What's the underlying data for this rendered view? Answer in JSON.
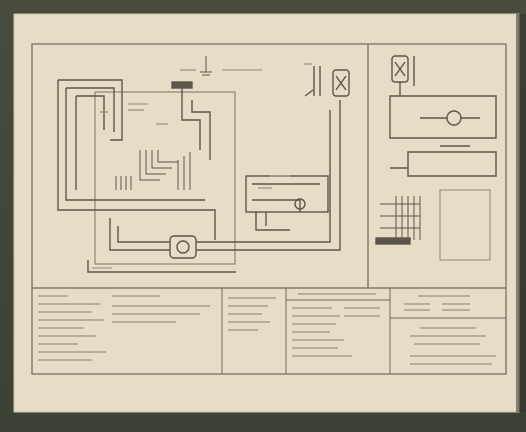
{
  "colors": {
    "background": "#3f4438",
    "paper": "#e7dcc6",
    "ink": "#5c564a",
    "faint_ink": "#8f8776"
  },
  "diagram": {
    "blocks": [
      {
        "id": "main-control-board"
      },
      {
        "id": "transformer"
      },
      {
        "id": "fan-motor-capacitor"
      },
      {
        "id": "limit-switch"
      },
      {
        "id": "wiring-harness-plug"
      },
      {
        "id": "schematic-panel"
      },
      {
        "id": "notes-legend-table"
      },
      {
        "id": "component-code-table"
      },
      {
        "id": "wire-color-table"
      },
      {
        "id": "title-block"
      }
    ]
  }
}
